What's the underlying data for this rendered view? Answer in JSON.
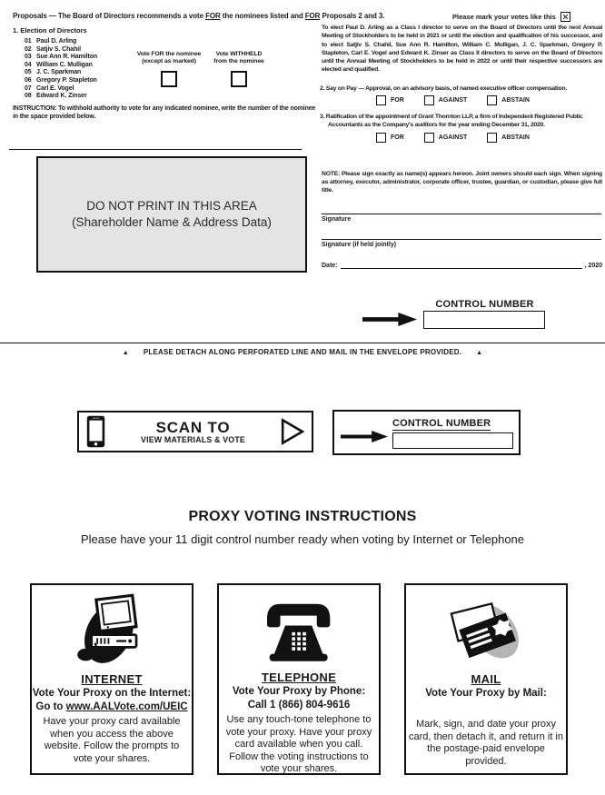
{
  "colors": {
    "ink": "#1a1a1a",
    "address_box_fill": "#e4e4e4",
    "mail_blob": "#b5b5b5"
  },
  "header": {
    "title_bold": "Proposals",
    "title_rest1": " — The Board of Directors recommends a vote ",
    "for1": "FOR",
    "title_rest2": " the nominees listed and ",
    "for2": "FOR",
    "title_rest3": " Proposals 2 and 3.",
    "mark_votes": "Please mark your votes like this"
  },
  "election": {
    "title": "1. Election of Directors",
    "nominees": [
      {
        "num": "01",
        "name": "Paul D. Arling"
      },
      {
        "num": "02",
        "name": "Satjiv S. Chahil"
      },
      {
        "num": "03",
        "name": "Sue Ann R. Hamilton"
      },
      {
        "num": "04",
        "name": "William C. Mulligan"
      },
      {
        "num": "05",
        "name": "J. C. Sparkman"
      },
      {
        "num": "06",
        "name": "Gregory P. Stapleton"
      },
      {
        "num": "07",
        "name": "Carl E. Vogel"
      },
      {
        "num": "08",
        "name": "Edward K. Zinser"
      }
    ],
    "vote_for_l1": "Vote FOR the nominee",
    "vote_for_l2": "(except as marked)",
    "withheld_l1": "Vote WITHHELD",
    "withheld_l2": "from the nominee",
    "instruction": "INSTRUCTION: To withhold authority to vote for any indicated nominee, write the number of the nominee in the space provided below."
  },
  "proposals": {
    "class_paragraph": "To elect Paul D. Arling as a Class I director to serve on the Board of Directors until the next Annual Meeting of Stockholders to be held in 2021 or until the election and qualification of his successor, and to elect Satjiv S. Chahil, Sue Ann R. Hamilton, William C. Mulligan, J. C. Sparkman, Gregory P. Stapleton, Carl E. Vogel and Edward K. Zinser as Class II directors to serve on the Board of Directors until the Annual Meeting of Stockholders to be held in 2022 or until their respective successors are elected and qualified.",
    "p2": "2. Say on Pay — Approval, on an advisory basis, of named executive officer compensation.",
    "p3": "3. Ratification of the appointment of Grant Thornton LLP, a firm of Independent Registered Public Accountants as the Company's auditors for the year ending December 31, 2020.",
    "options": [
      "FOR",
      "AGAINST",
      "ABSTAIN"
    ]
  },
  "address_box": {
    "l1": "DO NOT PRINT IN THIS AREA",
    "l2": "(Shareholder Name & Address Data)"
  },
  "signing": {
    "note": "NOTE: Please sign exactly as name(s) appears hereon. Joint owners should each sign. When signing as attorney, executor, administrator, corporate officer, trustee, guardian, or custodian, please give full title.",
    "sig1": "Signature",
    "sig2": "Signature (if held jointly)",
    "date_label": "Date:",
    "year": ", 2020"
  },
  "control": {
    "label": "CONTROL NUMBER"
  },
  "detach": {
    "marker": "▲",
    "text": "PLEASE DETACH ALONG PERFORATED LINE AND MAIL IN THE ENVELOPE PROVIDED."
  },
  "scan": {
    "l1": "SCAN TO",
    "l2": "VIEW MATERIALS & VOTE"
  },
  "voting": {
    "title": "PROXY VOTING INSTRUCTIONS",
    "subtitle": "Please have your 11 digit control number ready when voting by Internet or Telephone",
    "internet": {
      "title": "INTERNET",
      "l1": "Vote Your Proxy on the Internet:",
      "go_to": "Go to ",
      "url": "www.AALVote.com/UEIC",
      "body": "Have your proxy card available when you access the above website. Follow the prompts to vote your shares."
    },
    "telephone": {
      "title": "TELEPHONE",
      "l1": "Vote Your Proxy by Phone:",
      "l2": "Call 1 (866) 804-9616",
      "body": "Use any touch-tone telephone to vote your proxy. Have your proxy card available when you call. Follow the voting instructions to vote your shares."
    },
    "mail": {
      "title": "MAIL",
      "l1": "Vote Your Proxy by Mail:",
      "body": "Mark, sign, and date your proxy card, then detach it, and return it in the postage-paid envelope provided."
    }
  }
}
